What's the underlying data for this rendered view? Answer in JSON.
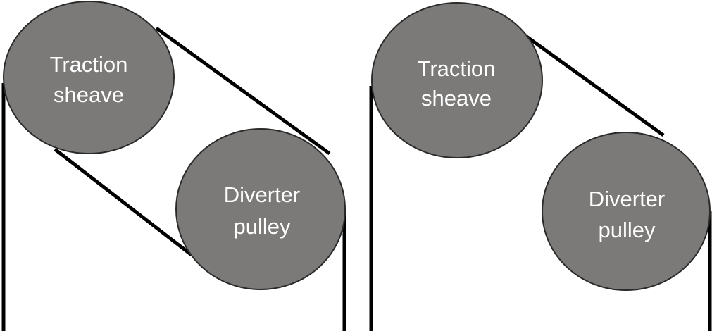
{
  "diagrams": [
    {
      "sheave_label_1": "Traction",
      "sheave_label_2": "sheave",
      "pulley_label_1": "Diverter",
      "pulley_label_2": "pulley",
      "wrap": "double"
    },
    {
      "sheave_label_1": "Traction",
      "sheave_label_2": "sheave",
      "pulley_label_1": "Diverter",
      "pulley_label_2": "pulley",
      "wrap": "single"
    }
  ],
  "colors": {
    "wheel_fill": "#7b7a79",
    "wheel_stroke": "#2a2a2a",
    "rope": "#000000",
    "label": "#ffffff"
  }
}
